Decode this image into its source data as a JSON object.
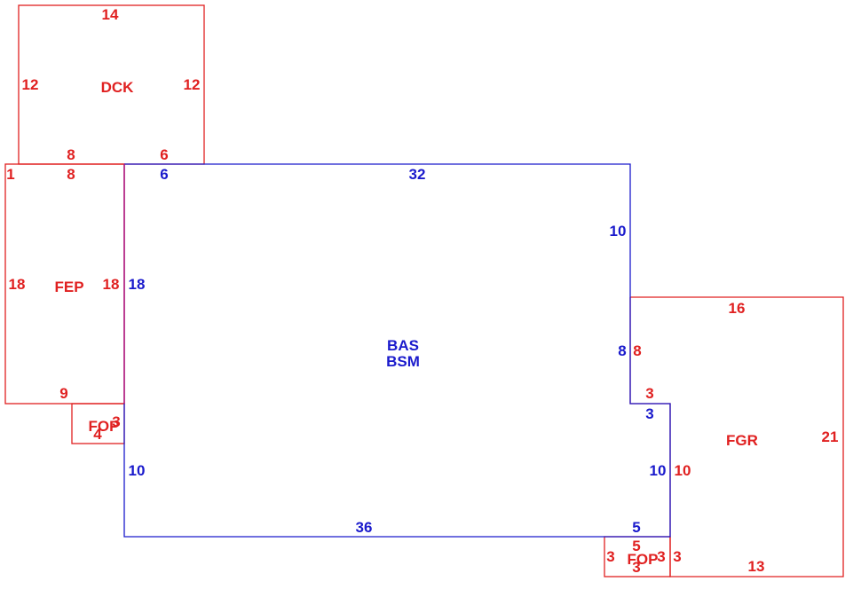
{
  "colors": {
    "red": "#e02020",
    "blue": "#1a1acc"
  },
  "areas": {
    "dck": "DCK",
    "fep": "FEP",
    "bas": "BAS",
    "bsm": "BSM",
    "fgr": "FGR",
    "fop_left": "FOP",
    "fop_bottom": "FOP"
  },
  "dims": {
    "dck_top": "14",
    "dck_left": "12",
    "dck_right": "12",
    "dck_bottom_a": "8",
    "dck_bottom_b": "6",
    "fep_top_a": "1",
    "fep_top_b": "8",
    "fep_left": "18",
    "fep_right": "18",
    "fep_bottom": "9",
    "fop_left_a": "4",
    "fop_left_b": "3",
    "bas_top_a": "6",
    "bas_top_b": "32",
    "bas_left_upper": "18",
    "bas_right_upper": "10",
    "bas_right_mid": "8",
    "bas_step": "3",
    "bas_right_lower": "10",
    "bas_left_lower": "10",
    "bas_bottom": "36",
    "bas_bottom_right": "5",
    "fgr_top": "16",
    "fgr_right": "21",
    "fgr_left_upper": "8",
    "fgr_step": "3",
    "fgr_left_lower": "10",
    "fgr_bottom": "13",
    "fop_b_top": "5",
    "fop_b_left": "3",
    "fop_b_right": "3",
    "fop_b_bottom": "3",
    "fgr_bottom_left": "3"
  }
}
